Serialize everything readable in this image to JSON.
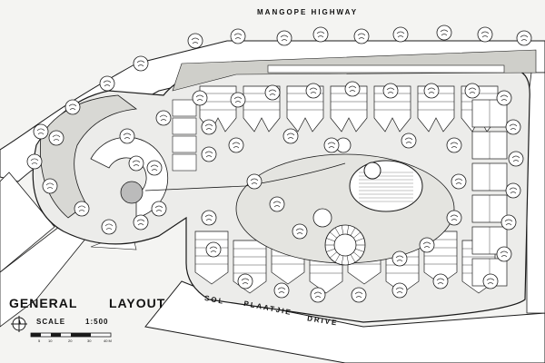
{
  "map": {
    "roads": {
      "top": "MANGOPE     HIGHWAY",
      "bottom_1": "SOL",
      "bottom_2": "PLAATJIE",
      "bottom_3": "DRIVE"
    },
    "title": {
      "line_1": "GENERAL",
      "line_2": "LAYOUT"
    },
    "scale": {
      "label": "SCALE",
      "ratio": "1:500",
      "ticks": [
        "5",
        "10",
        "20",
        "30",
        "40 M"
      ]
    },
    "icons": {
      "north": "north-arrow-icon"
    },
    "colors": {
      "ink": "#1a1a1a",
      "paper": "#f4f4f2",
      "road": "#ffffff",
      "courtyard": "#dcdcd8"
    }
  }
}
